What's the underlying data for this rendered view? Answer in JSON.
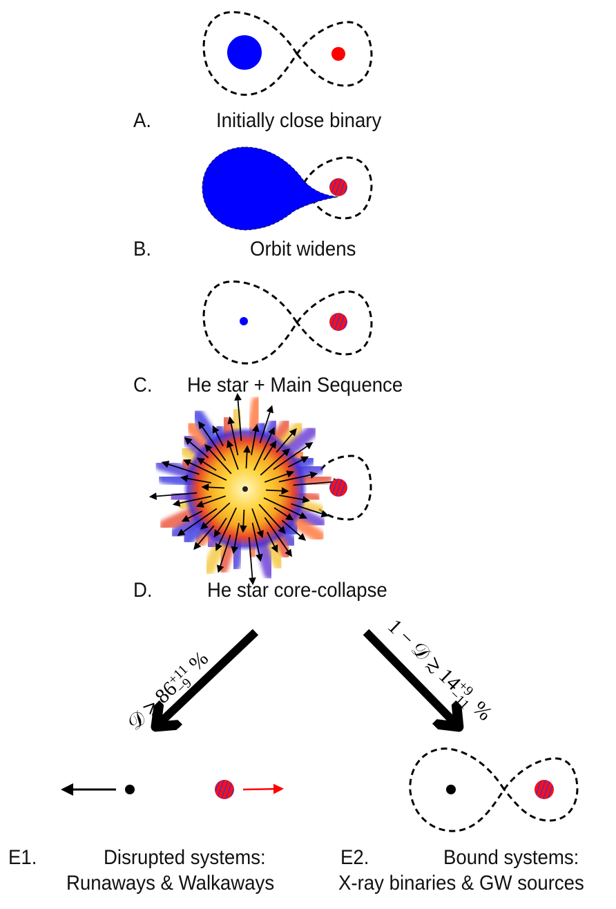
{
  "stages": [
    {
      "letter": "A.",
      "title": "Initially close binary"
    },
    {
      "letter": "B.",
      "title": "Orbit widens"
    },
    {
      "letter": "C.",
      "title": "He star + Main Sequence"
    },
    {
      "letter": "D.",
      "title": "He star core-collapse"
    }
  ],
  "branches": {
    "left": {
      "symbol": "𝒟",
      "relation": "≳",
      "value": "86",
      "err_plus": "+11",
      "err_minus": "−9",
      "unit": "%",
      "outcome_letter": "E1.",
      "outcome_title": "Disrupted systems:",
      "outcome_subtitle": "Runaways & Walkaways"
    },
    "right": {
      "prefix": "1 − ",
      "symbol": "𝒟",
      "relation": "≳",
      "value": "14",
      "err_plus": "+9",
      "err_minus": "−11",
      "unit": "%",
      "outcome_letter": "E2.",
      "outcome_title": "Bound systems:",
      "outcome_subtitle": "X-ray binaries & GW sources"
    }
  },
  "colors": {
    "primary_star": "#0000ff",
    "companion_star": "#ff0000",
    "stripe": "#4a2cc8",
    "compact_object": "#000000",
    "runaway_arrow": "#ff0000",
    "orbit": "#000000"
  }
}
